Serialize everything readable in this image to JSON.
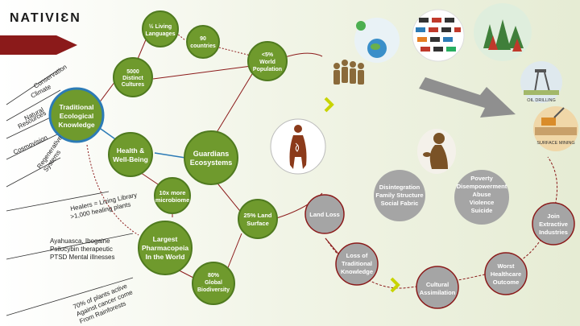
{
  "brand": {
    "logo": "NATIVIƐN"
  },
  "green_nodes": {
    "tek": [
      "Traditional",
      "Ecological",
      "Knowledge"
    ],
    "health": [
      "Health &",
      "Well-Being"
    ],
    "guardians": [
      "Guardians",
      "Ecosystems"
    ],
    "languages": [
      "½ Living",
      "Languages"
    ],
    "countries": [
      "90",
      "countries"
    ],
    "cultures": [
      "5000",
      "Distinct",
      "Cultures"
    ],
    "population": [
      "<5%",
      "World",
      "Population"
    ],
    "microbiome": [
      "10x more",
      "microbiome"
    ],
    "pharmacopeia": [
      "Largest",
      "Pharmacopeia",
      "In the World"
    ],
    "land_surface": [
      "25% Land",
      "Surface"
    ],
    "biodiversity": [
      "80%",
      "Global",
      "Biodiversity"
    ]
  },
  "side_labels": {
    "conservation": "Conservation",
    "climate": "Climate",
    "natural_resources": [
      "Natural",
      "Resources"
    ],
    "cosmovision": "Cosmovision",
    "regenerative": [
      "Regenerative",
      "Systems"
    ],
    "healers": [
      "Healers = Living Library",
      ">1,000 healing plants"
    ],
    "ayahuasca": [
      "Ayahuasca, Ibogaine",
      "Psilocybin therapeutic",
      "PTSD Mental illnesses"
    ],
    "plants": [
      "70% of plants active",
      "Against cancer come",
      "From Rainforests"
    ]
  },
  "gray_nodes": {
    "land_loss": [
      "Land Loss"
    ],
    "loss_knowledge": [
      "Loss of",
      "Traditional",
      "Knowledge"
    ],
    "assimilation": [
      "Cultural",
      "Assimilation"
    ],
    "healthcare": [
      "Worst",
      "Healthcare",
      "Outcome"
    ],
    "extractive": [
      "Join",
      "Extractive",
      "Industries"
    ],
    "disintegration": [
      "Disintegration",
      "Family Structure",
      "Social Fabric"
    ],
    "poverty": [
      "Poverty",
      "Disempowerment",
      "Abuse",
      "Violence",
      "Suicide"
    ]
  },
  "photo_labels": {
    "oil": "OIL DRILLING",
    "mining": "SURFACE MINING"
  },
  "colors": {
    "green": "#6f9a2d",
    "green_stroke": "#4f7a1f",
    "blue_ring": "#2c7bb6",
    "gray": "#a5a5a5",
    "red_line": "#8b1a1a",
    "banner": "#8b1a1a"
  }
}
